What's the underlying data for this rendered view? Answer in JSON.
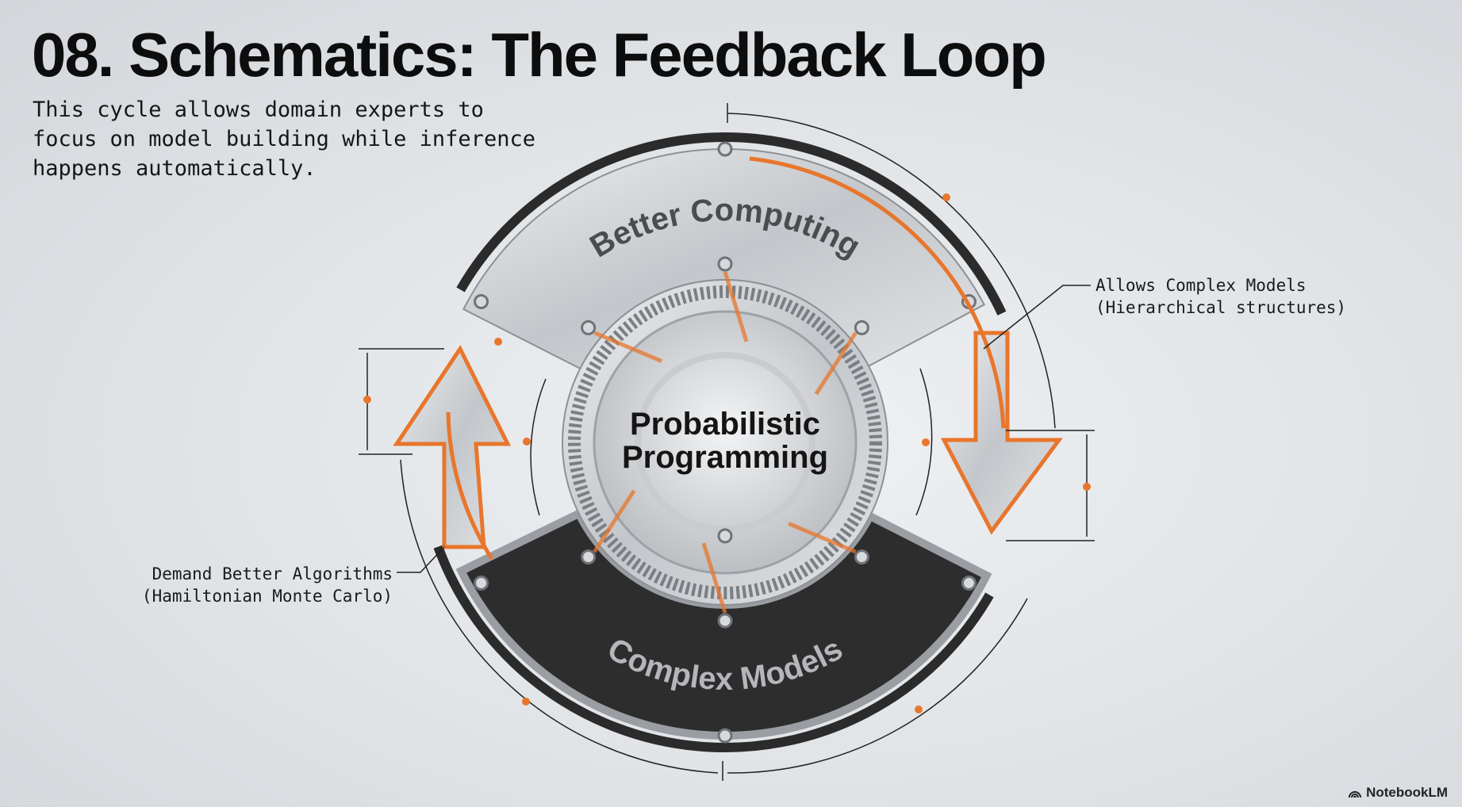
{
  "title": "08. Schematics: The Feedback Loop",
  "subtitle": "This cycle allows domain experts to focus on model building while inference happens automatically.",
  "diagram": {
    "center_line1": "Probabilistic",
    "center_line2": "Programming",
    "top_segment": "Better Computing",
    "bottom_segment": "Complex Models"
  },
  "callouts": {
    "right_line1": "Allows Complex Models",
    "right_line2": "(Hierarchical structures)",
    "left_line1": "Demand Better Algorithms",
    "left_line2": "(Hamiltonian Monte Carlo)"
  },
  "brand": "NotebookLM",
  "colors": {
    "accent": "#e8762c",
    "steel": "#b9bcc0",
    "dark": "#2a2a2b"
  }
}
